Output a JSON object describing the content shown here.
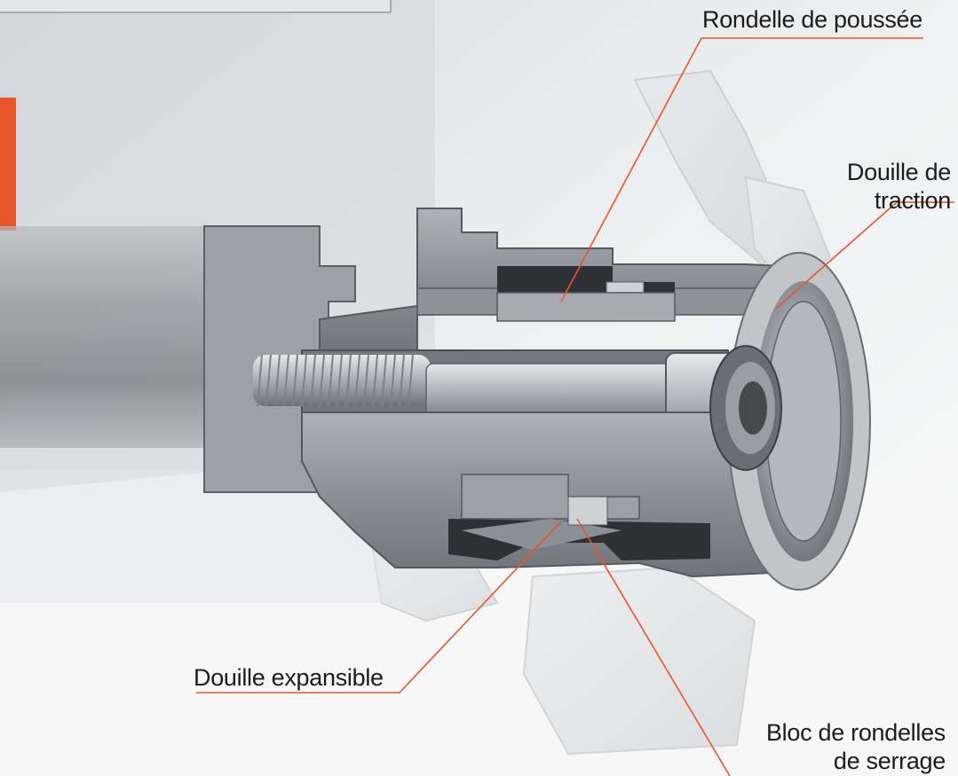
{
  "labels": {
    "rondelle_de_poussee": "Rondelle de poussée",
    "douille_de_traction_line1": "Douille de",
    "douille_de_traction_line2": "traction",
    "douille_expansible": "Douille expansible",
    "bloc_de_rondelles_line1": "Bloc de rondelles",
    "bloc_de_rondelles_line2": "de serrage"
  },
  "colors": {
    "leader_line": "#e8552a",
    "label_text": "#1c1c1c",
    "accent_orange": "#e8552a",
    "metal_dark": "#5e6165",
    "metal_mid": "#9a9ea3",
    "metal_light": "#d3d6d9"
  },
  "icons": {
    "left_edge_marker": "orange-tab"
  }
}
